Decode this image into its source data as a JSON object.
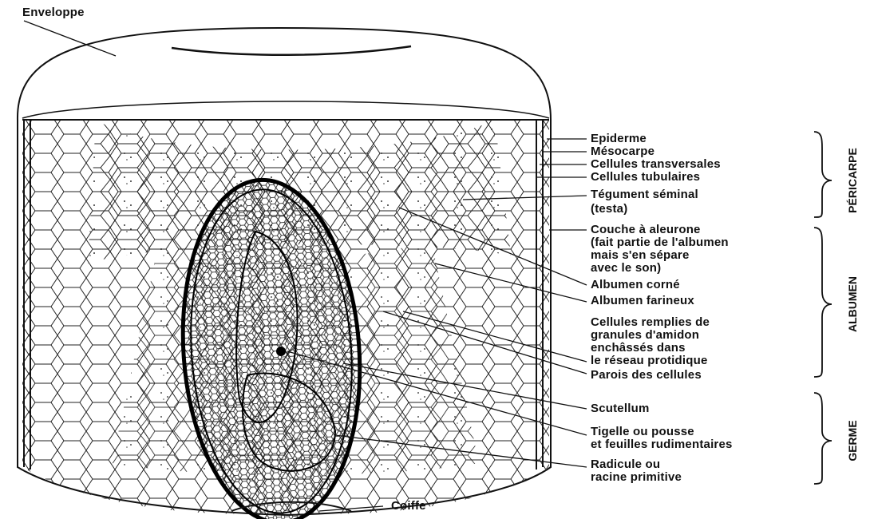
{
  "labels": {
    "enveloppe": "Enveloppe",
    "coiffe": "Coiffe",
    "epiderme": "Epiderme",
    "mesocarpe": "Mésocarpe",
    "cellules_transversales": "Cellules transversales",
    "cellules_tubulaires": "Cellules tubulaires",
    "tegument_1": "Tégument séminal",
    "tegument_2": "(testa)",
    "aleurone_1": "Couche à aleurone",
    "aleurone_2": "(fait partie de l'albumen",
    "aleurone_3": "mais s'en sépare",
    "aleurone_4": "avec le son)",
    "albumen_corne": "Albumen corné",
    "albumen_farineux": "Albumen farineux",
    "cellules_1": "Cellules remplies de",
    "cellules_2": "granules d'amidon",
    "cellules_3": "enchâssés dans",
    "cellules_4": "le réseau protidique",
    "parois": "Parois des cellules",
    "scutellum": "Scutellum",
    "tigelle_1": "Tigelle ou pousse",
    "tigelle_2": "et feuilles rudimentaires",
    "radicule_1": "Radicule ou",
    "radicule_2": "racine primitive"
  },
  "groups": {
    "pericarpe": "PÉRICARPE",
    "albumen": "ALBUMEN",
    "germe": "GERME"
  }
}
